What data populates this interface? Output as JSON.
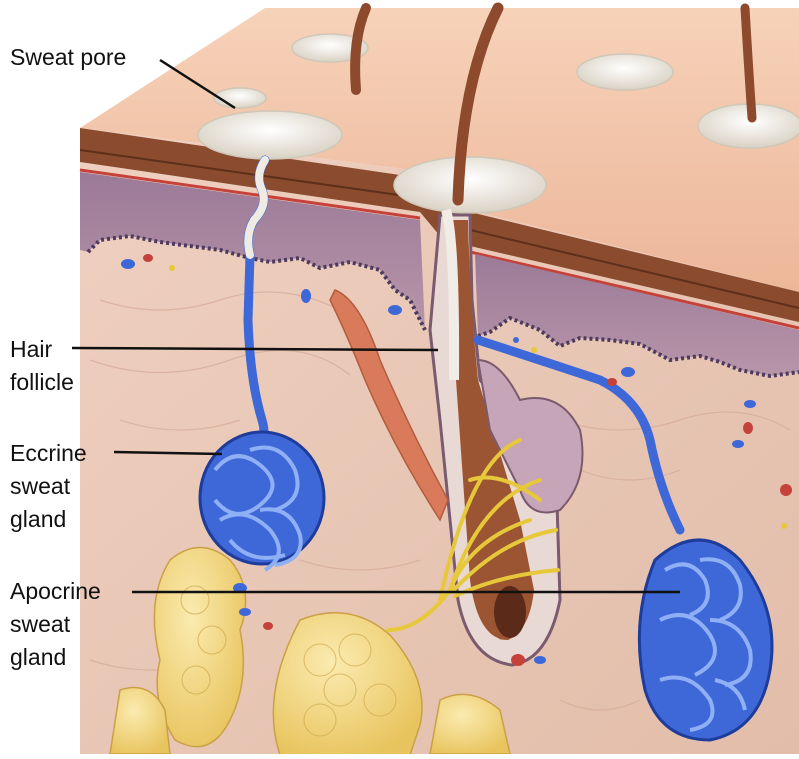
{
  "labels": {
    "sweat_pore": "Sweat pore",
    "hair_follicle": [
      "Hair",
      "follicle"
    ],
    "eccrine_gland": [
      "Eccrine",
      "sweat",
      "gland"
    ],
    "apocrine_gland": [
      "Apocrine",
      "sweat",
      "gland"
    ]
  },
  "colors": {
    "epidermis_surface": "#F2C3A7",
    "stratum_corneum": "#8A4B2E",
    "dermis_purple": "#8E6E8D",
    "dermis_tissue": "#E7C6B4",
    "fat": "#F2D67C",
    "gland_blue": "#3E67D8",
    "nerve_yellow": "#E6C83A",
    "hair_brown": "#8D4A2D",
    "muscle_red": "#D97B5A",
    "sweat_bead": "#F4EFE6"
  }
}
